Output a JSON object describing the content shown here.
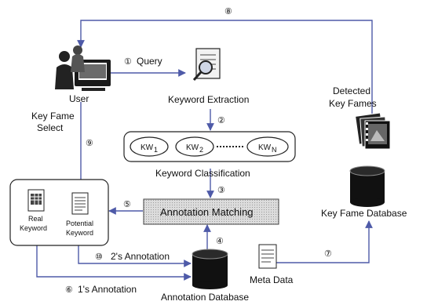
{
  "labels": {
    "user": "User",
    "query": "Query",
    "keyword_extraction": "Keyword Extraction",
    "keyword_classification": "Keyword Classification",
    "annotation_matching": "Annotation Matching",
    "annotation_database": "Annotation Database",
    "meta_data": "Meta Data",
    "key_fame_database": "Key Fame Database",
    "detected_line1": "Detected",
    "detected_line2": "Key Fames",
    "key_fame_select_line1": "Key Fame",
    "key_fame_select_line2": "Select",
    "real_keyword_line1": "Real",
    "real_keyword_line2": "Keyword",
    "potential_keyword_line1": "Potential",
    "potential_keyword_line2": "Keyword",
    "annotation_2s": "2's Annotation",
    "annotation_1s": "1's Annotation"
  },
  "keywords": [
    {
      "base": "KW",
      "sub": "1"
    },
    {
      "base": "KW",
      "sub": "2"
    },
    {
      "base": "KW",
      "sub": "N"
    }
  ],
  "steps": {
    "s1": "①",
    "s2": "②",
    "s3": "③",
    "s4": "④",
    "s5": "⑤",
    "s6": "⑥",
    "s7": "⑦",
    "s8": "⑧",
    "s9": "⑨",
    "s10": "⑩"
  },
  "colors": {
    "arrow": "#4e5aa8",
    "matching_fill": "#d4d4d4",
    "database": "#111111"
  },
  "icons": {
    "user": "user-at-computer-icon",
    "keyword_extraction": "magnifier-document-icon",
    "keyframes": "film-frames-stack-icon",
    "real_keyword": "spreadsheet-document-icon",
    "potential_keyword": "text-document-icon",
    "meta_data": "meta-document-icon",
    "database": "database-cylinder-icon"
  }
}
